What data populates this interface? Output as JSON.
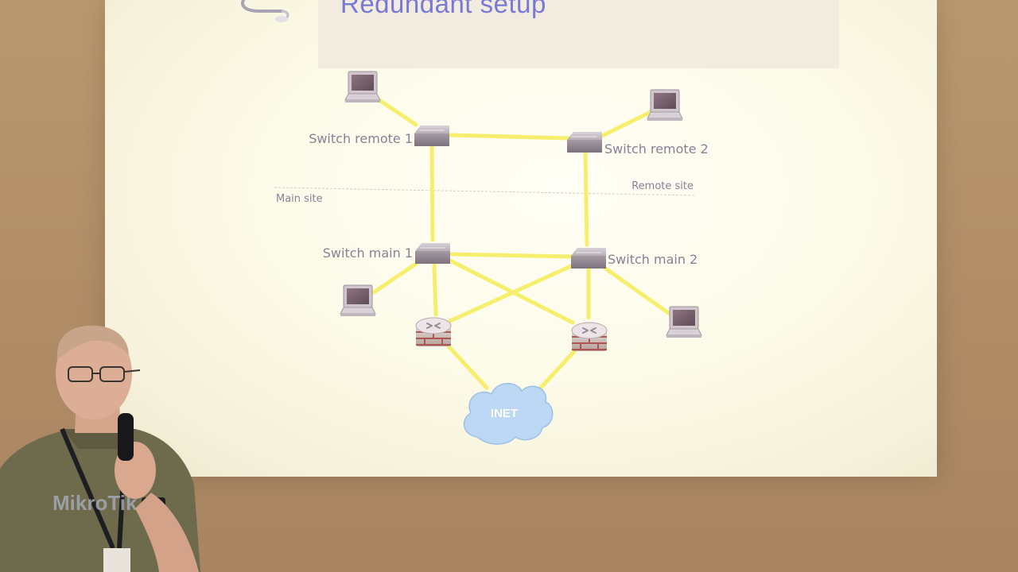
{
  "slide": {
    "title": "Redundant setup"
  },
  "diagram": {
    "nodes": {
      "switch_remote_1": "Switch remote 1",
      "switch_remote_2": "Switch remote 2",
      "switch_main_1": "Switch main 1",
      "switch_main_2": "Switch main 2",
      "internet": "INET"
    },
    "zones": {
      "main": "Main site",
      "remote": "Remote site"
    }
  },
  "colors": {
    "link": "#f6ef6e",
    "title": "#7a78d6",
    "cloud": "#bcd8f4"
  },
  "shirt": {
    "logo_text": "MikroTik"
  }
}
